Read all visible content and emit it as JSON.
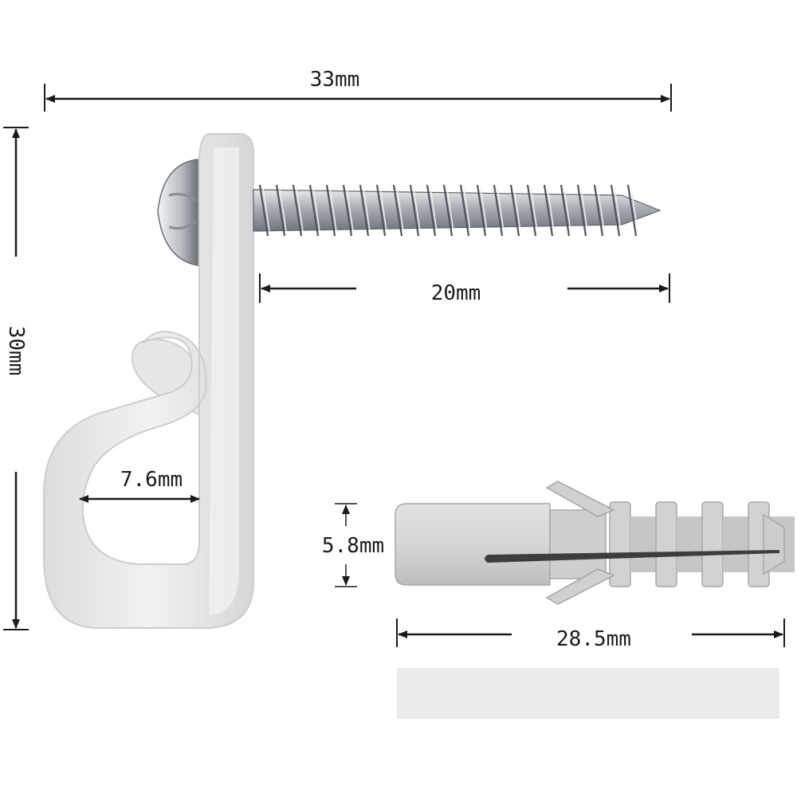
{
  "dimensions": {
    "overall_width": "33mm",
    "screw_length": "20mm",
    "hook_height": "30mm",
    "hook_opening": "7.6mm",
    "anchor_diameter": "5.8mm",
    "anchor_length": "28.5mm"
  },
  "colors": {
    "hook": "#ebebeb",
    "hook_shade": "#d2d2d2",
    "anchor": "#d4d4d4",
    "anchor_shade": "#b8b8b8",
    "screw": "#a9adb3",
    "screw_dark": "#5e636a",
    "dimension_line": "#1a1a1a",
    "tape": "#ececec"
  }
}
